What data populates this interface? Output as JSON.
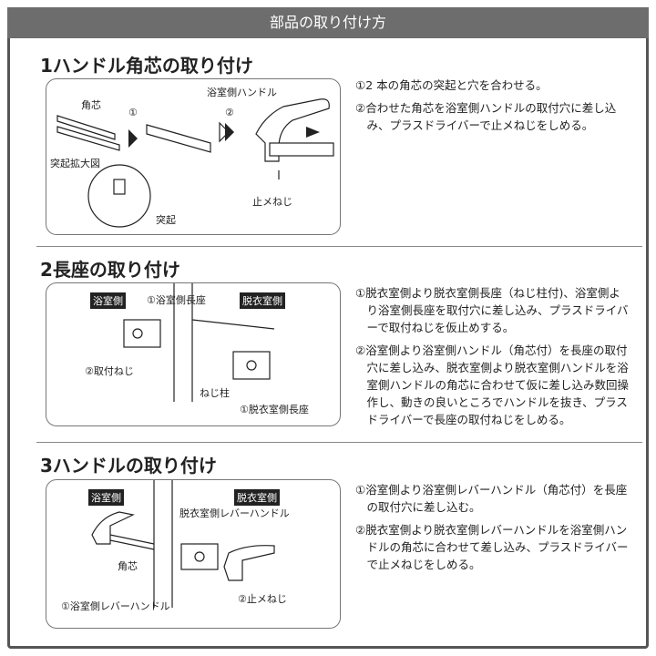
{
  "header": {
    "title": "部品の取り付け方"
  },
  "sections": [
    {
      "title": "1ハンドル角芯の取り付け",
      "steps": [
        "①2 本の角芯の突起と穴を合わせる。",
        "②合わせた角芯を浴室側ハンドルの取付穴に差し込み、プラスドライバーで止メねじをしめる。"
      ],
      "labels": {
        "spindle": "角芯",
        "step1": "①",
        "step2": "②",
        "handle": "浴室側ハンドル",
        "zoom": "突起拡大図",
        "protrusion": "突起",
        "screw": "止メねじ"
      }
    },
    {
      "title": "2長座の取り付け",
      "steps": [
        "①脱衣室側より脱衣室側長座（ねじ柱付)、浴室側より浴室側長座を取付穴に差し込み、プラスドライバーで取付ねじを仮止めする。",
        "②浴室側より浴室側ハンドル（角芯付）を長座の取付穴に差し込み、脱衣室側より脱衣室側ハンドルを浴室側ハンドルの角芯に合わせて仮に差し込み数回操作し、動きの良いところでハンドルを抜き、プラスドライバーで長座の取付ねじをしめる。"
      ],
      "labels": {
        "bath": "浴室側",
        "plate_bath": "①浴室側長座",
        "dress": "脱衣室側",
        "screw": "②取付ねじ",
        "post": "ねじ柱",
        "plate_dress": "①脱衣室側長座"
      }
    },
    {
      "title": "3ハンドルの取り付け",
      "steps": [
        "①浴室側より浴室側レバーハンドル（角芯付）を長座の取付穴に差し込む。",
        "②脱衣室側より脱衣室側レバーハンドルを浴室側ハンドルの角芯に合わせて差し込み、プラスドライバーで止メねじをしめる。"
      ],
      "labels": {
        "bath": "浴室側",
        "dress": "脱衣室側",
        "lever_dress": "脱衣室側レバーハンドル",
        "spindle": "角芯",
        "lever_bath": "①浴室側レバーハンドル",
        "screw": "②止メねじ"
      }
    }
  ]
}
